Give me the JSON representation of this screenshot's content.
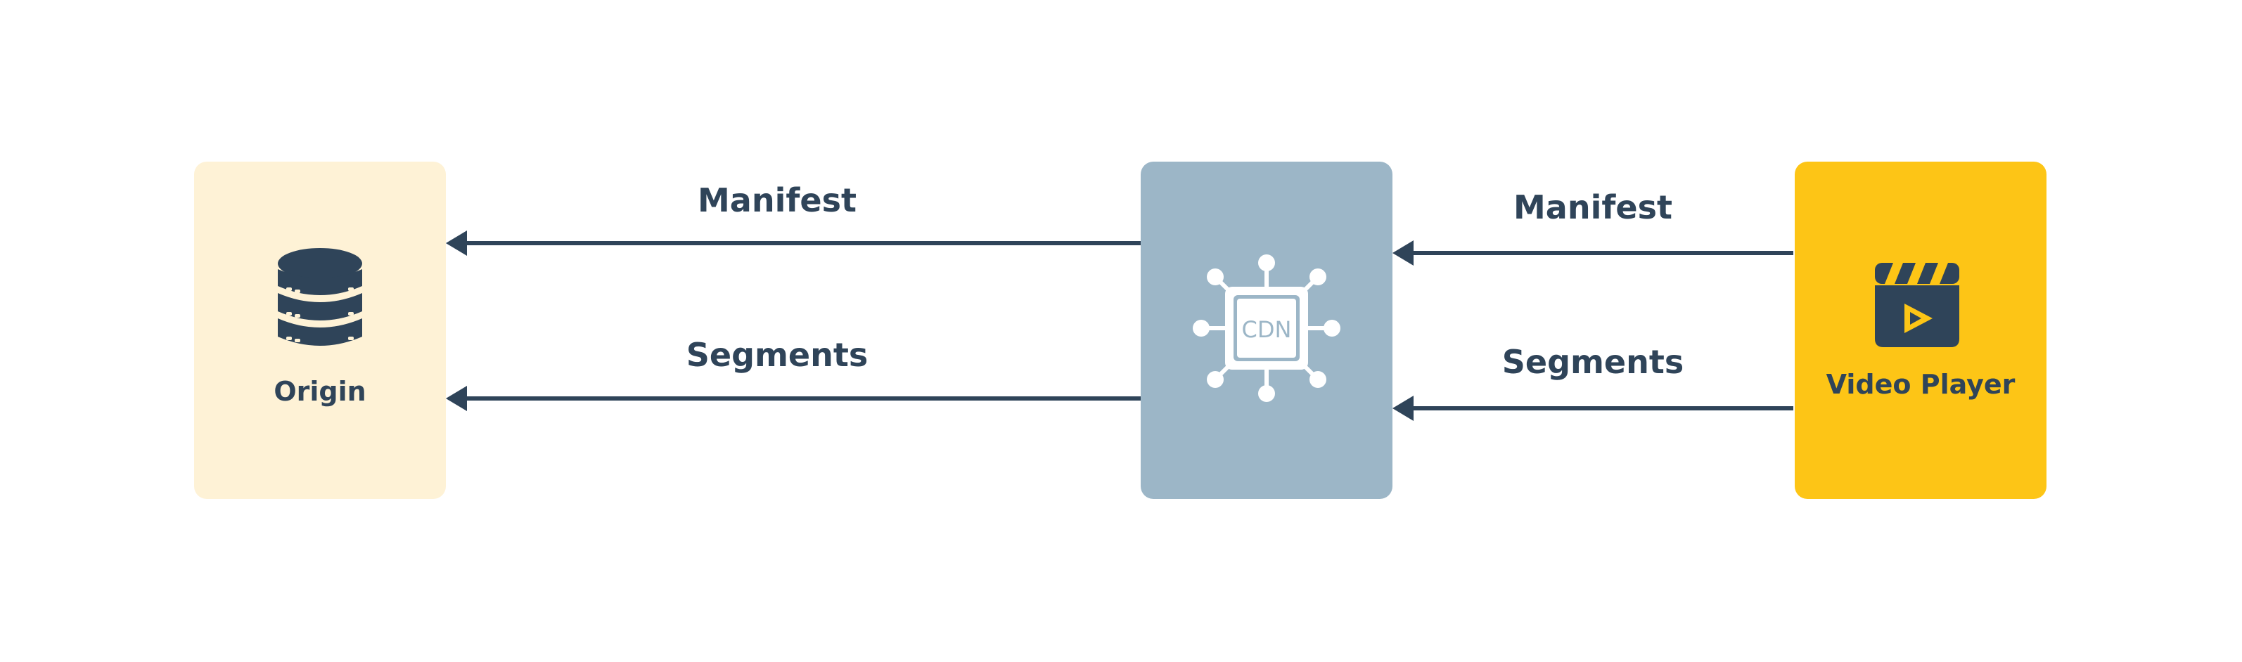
{
  "colors": {
    "origin_bg": "#fef2d6",
    "cdn_bg": "#9cb6c7",
    "player_bg": "#fdc516",
    "dark": "#2f4459",
    "white": "#ffffff"
  },
  "nodes": {
    "origin": {
      "label": "Origin",
      "icon": "database-icon"
    },
    "cdn": {
      "label": "CDN",
      "icon": "cdn-chip-icon"
    },
    "player": {
      "label": "Video Player",
      "icon": "video-clapper-icon"
    }
  },
  "edges": {
    "cdn_to_origin_manifest": "Manifest",
    "cdn_to_origin_segments": "Segments",
    "player_to_cdn_manifest": "Manifest",
    "player_to_cdn_segments": "Segments"
  }
}
